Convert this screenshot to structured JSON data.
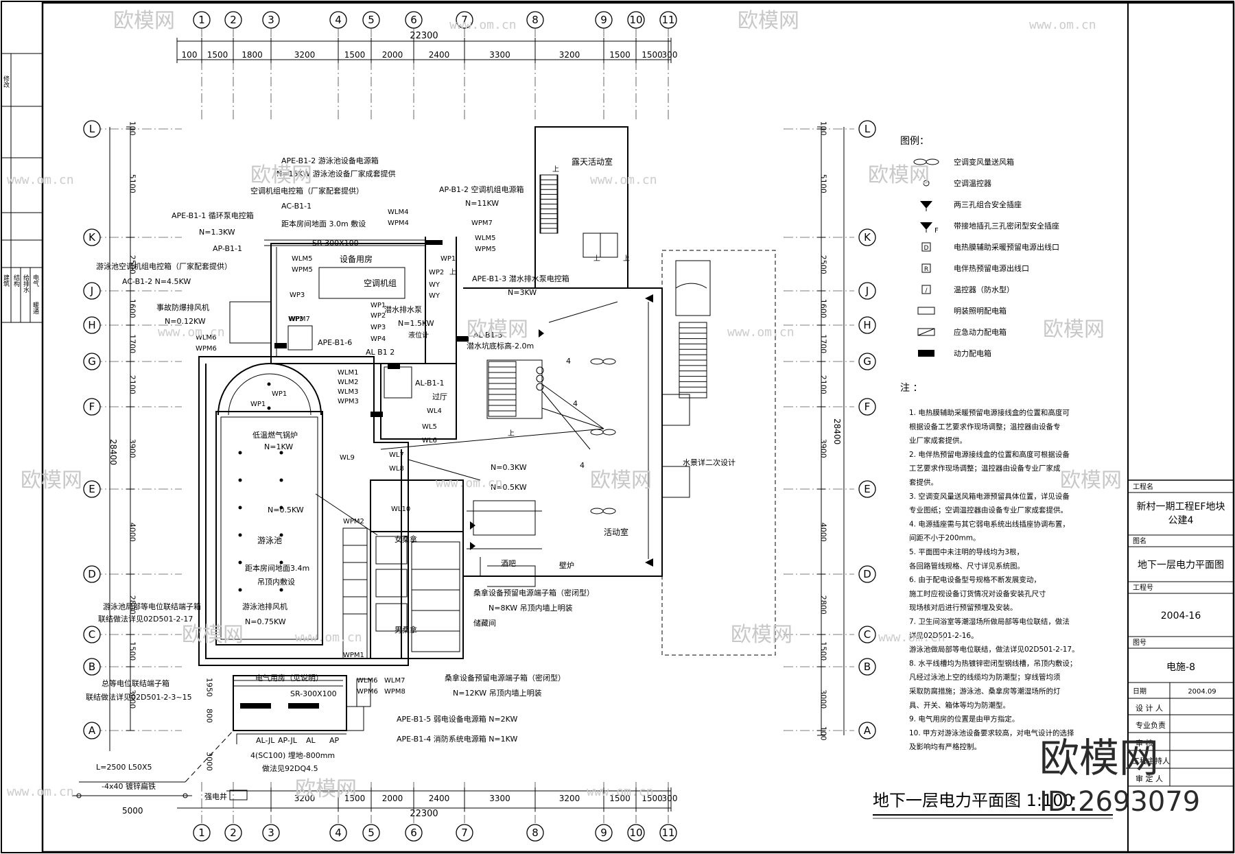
{
  "axes_top": [
    "1",
    "2",
    "3",
    "4",
    "5",
    "6",
    "7",
    "8",
    "9",
    "10",
    "11"
  ],
  "axes_side": [
    "L",
    "K",
    "J",
    "H",
    "G",
    "F",
    "E",
    "D",
    "C",
    "B",
    "A"
  ],
  "total_width": "22300",
  "top_dims": [
    "100",
    "1500",
    "1800",
    "3200",
    "1500",
    "2000",
    "2400",
    "3300",
    "3200",
    "1500",
    "1500",
    "300"
  ],
  "bottom_dims": [
    "3200",
    "1500",
    "2000",
    "2400",
    "3300",
    "3200",
    "1500",
    "1500",
    "300"
  ],
  "left_total": "28400",
  "right_total": "28400",
  "left_dims": [
    "100",
    "5100",
    "2500",
    "1600",
    "1700",
    "2100",
    "3900",
    "4000",
    "2800",
    "1500",
    "3000"
  ],
  "left_extra_dims": [
    "1950",
    "800",
    "3000"
  ],
  "right_dims": [
    "100",
    "5100",
    "2500",
    "1600",
    "1700",
    "2100",
    "3900",
    "4000",
    "2800",
    "1500",
    "3000",
    "100"
  ],
  "rooms": {
    "outdoor": "露天活动室",
    "equipment": "设备用房",
    "ahu": "空调机组",
    "pool": "游泳池",
    "activity": "活动室",
    "bar": "酒吧",
    "fireplace": "壁炉",
    "storage": "储藏间",
    "female_sauna": "女桑拿",
    "male_sauna": "男桑拿",
    "corridor": "过厅",
    "sump": "潜水排水泵",
    "level_meter": "液位计",
    "sink_note": "潜水坑底标高-2.0m",
    "elec_room": "电气用房（见说明）",
    "water_scene": "水景详二次设计",
    "boiler": "低温燃气锅炉",
    "up": "上"
  },
  "labels": {
    "apeb12_title": "APE-B1-2  游泳池设备电源箱",
    "apeb12_note": "N=15KW 游泳池设备厂家成套提供",
    "ac_ctrl": "空调机组电控箱（厂家配套提供）",
    "acb11": "AC-B1-1",
    "height3": "距本房间地面 3.0m 敷设",
    "apb12": "AP-B1-2  空调机组电源箱",
    "n11": "N=11KW",
    "apeb11": "APE-B1-1  循环泵电控箱",
    "n13": "N=1.3KW",
    "apb11": "AP-B1-1",
    "pool_ac": "游泳池空调机组电控箱（厂家配套提供）",
    "acb12": "AC-B1-2   N=4.5KW",
    "exhaust": "事故防爆排风机",
    "n012": "N=0.12KW",
    "apeb13": "APE-B1-3  潜水排水泵电控箱",
    "n3": "N=3KW",
    "apeb16": "APE-B1-6",
    "alb12": "AL  B1  2",
    "alb13": "AL-B1-3",
    "alb11": "AL-B1-1",
    "sr300": "SR-300X100",
    "sr300b": "SR-300X100",
    "boiler_n": "N=1KW",
    "n05a": "N=0.5KW",
    "n03": "N=0.3KW",
    "n05b": "N=0.5KW",
    "n15": "N=1.5KW",
    "pool_height": "距本房间地面3.4m",
    "pool_ceiling": "吊顶内敷设",
    "pool_fan": "游泳池排风机",
    "n075": "N=0.75KW",
    "eq_bond1": "游泳池局部等电位联结端子箱",
    "eq_bond2": "联结做法详见02D501-2-17",
    "total_bond1": "总等电位联结端子箱",
    "total_bond2": "联结做法详见02D501-2-3~15",
    "sauna1": "桑拿设备预留电源端子箱（密闭型）",
    "sauna1_n": "N=8KW   吊顶内墙上明装",
    "sauna2": "桑拿设备预留电源端子箱（密闭型）",
    "sauna2_n": "N=12KW   吊顶内墙上明装",
    "apeb15": "APE-B1-5  弱电设备电源箱  N=2KW",
    "apeb14": "APE-B1-4  消防系统电源箱  N=1KW",
    "panels": [
      "AL-JL",
      "AP-JL",
      "AL",
      "AP"
    ],
    "conduit": "4(SC100) 埋地-800mm",
    "conduit2": "做法见92DQ4.5",
    "ground1": "L=2500   L50X5",
    "ground2": "-4x40  镀锌扁铁",
    "ground_w": "5000",
    "power_well": "强电井",
    "wire4": "4"
  },
  "circuits": [
    "WLM4",
    "WPM4",
    "WPM7",
    "WLM5",
    "WPM5",
    "WP1",
    "WP2",
    "WY",
    "WY",
    "WLM5",
    "WPM5",
    "WP3",
    "WPM7",
    "WP3",
    "WP1",
    "WP2",
    "WP3",
    "WP4",
    "WLM6",
    "WPM6",
    "WLM1",
    "WLM2",
    "WLM3",
    "WPM3",
    "WL4",
    "WL5",
    "WL6",
    "WL7",
    "WL8",
    "WL9",
    "WL10",
    "WP1",
    "WP1",
    "WPM2",
    "WPM1",
    "WLM6",
    "WPM6",
    "WLM7",
    "WPM8"
  ],
  "legend": {
    "title": "图例：",
    "items": [
      {
        "sym": "fan",
        "text": "空调变风量送风箱"
      },
      {
        "sym": "thermo",
        "text": "空调温控器"
      },
      {
        "sym": "socket2",
        "text": "两三孔组合安全插座"
      },
      {
        "sym": "socket3",
        "text": "带接地插孔三孔密闭型安全插座"
      },
      {
        "sym": "boxD",
        "text": "电热膜辅助采暖预留电源出线口"
      },
      {
        "sym": "boxR",
        "text": "电伴热预留电源出线口"
      },
      {
        "sym": "boxT",
        "text": "温控器（防水型）"
      },
      {
        "sym": "box",
        "text": "明装照明配电箱"
      },
      {
        "sym": "boxdiag",
        "text": "应急动力配电箱"
      },
      {
        "sym": "boxfill",
        "text": "动力配电箱"
      }
    ]
  },
  "notes": {
    "title": "注  ：",
    "lines": [
      "1.  电热膜辅助采暖预留电源接线盒的位置和高度可",
      "     根据设备工艺要求作现场调整；温控器由设备专",
      "     业厂家成套提供。",
      "2.  电伴热预留电源接线盒的位置和高度可根据设备",
      "     工艺要求作现场调整；温控器由设备专业厂家成",
      "     套提供。",
      "3.  空调变风量送风箱电源预留具体位置，详见设备",
      "     专业图纸；空调温控器由设备专业厂家成套提供。",
      "4.  电源插座需与其它弱电系统出线插座协调布置，",
      "     间距不小于200mm。",
      "5.  平面图中未注明的导线均为3根，",
      "     各回路管线规格、尺寸详见系统图。",
      "6.  由于配电设备型号规格不断发展变动，",
      "     施工时应视设备订货情况对设备安装孔尺寸",
      "     现场核对后进行预留预埋及安装。",
      "7.  卫生间浴室等潮湿场所做局部等电位联结，做法",
      "     详见02D501-2-16。",
      "     游泳池做局部等电位联结，做法详见02D501-2-17。",
      "8.  水平线槽均为热镀锌密闭型钢线槽，吊顶内敷设；",
      "     凡经过泳池上空的线缆均为防潮型；穿线管均须",
      "     采取防腐措施；游泳池、桑拿房等潮湿场所的灯",
      "     具、开关、箱体等均为防潮型。",
      "9.  电气用房的位置是由甲方指定。",
      "10. 甲方对游泳池设备要求较高，对电气设计的选择",
      "     及影响均有严格控制。"
    ]
  },
  "left_strip": [
    "修改",
    "建筑",
    "结构",
    "给排水",
    "电气",
    "暖通"
  ],
  "title_block": {
    "project_label": "工程名",
    "project": "新村一期工程EF地块",
    "project2": "公建4",
    "drawing_label": "图名",
    "drawing": "地下一层电力平面图",
    "job_label": "工程号",
    "job": "2004-16",
    "sheet_label": "图号",
    "sheet": "电施-8",
    "date_label": "日期",
    "date": "2004.09",
    "roles": [
      "设 计 人",
      "专业负责",
      "审  核",
      "工程主持人",
      "审  定  人"
    ]
  },
  "bottom_title": "地下一层电力平面图  1:100",
  "watermark": {
    "brand": "欧模网",
    "url": "www.om.cn",
    "big": "欧模网",
    "id": "ID:2693079"
  }
}
